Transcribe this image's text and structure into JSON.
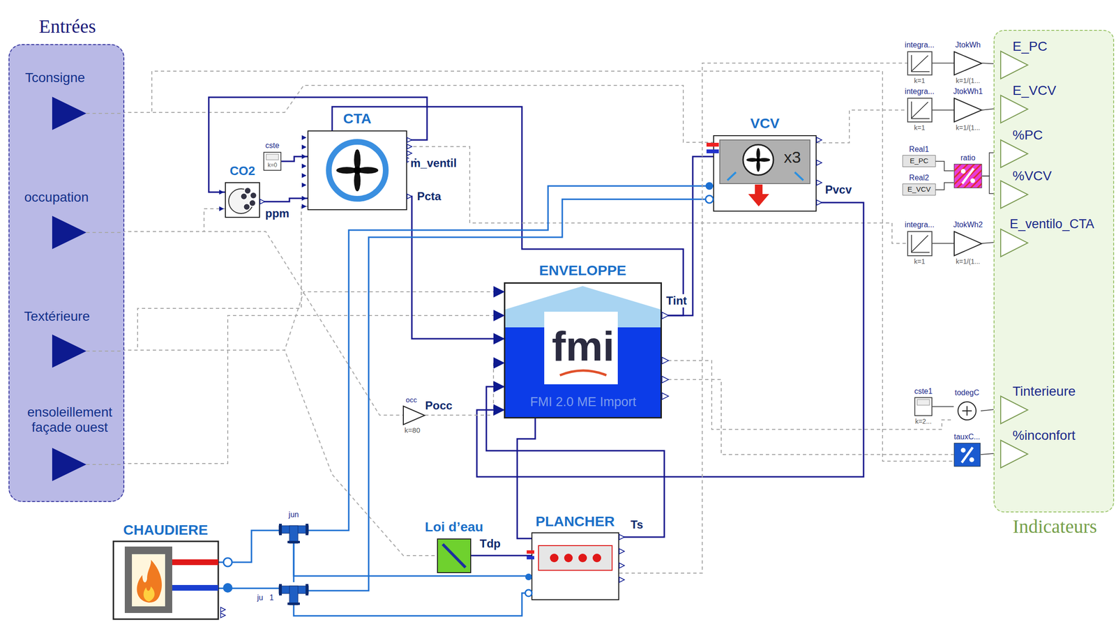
{
  "diagram": {
    "nodes": [
      {
        "text": [
          "Entrées"
        ]
      },
      {
        "text": [
          "Tconsigne"
        ],
        "in": 0
      },
      {
        "text": [
          "occupation"
        ],
        "in": 0
      },
      {
        "text": [
          "Textérieure"
        ],
        "in": 0
      },
      {
        "text": [
          "ensoleillement façade ouest"
        ],
        "in": 0
      },
      {
        "text": [
          "CTA"
        ]
      },
      {
        "text": [
          "cste",
          "k=0"
        ]
      },
      {
        "text": [
          "CO2"
        ]
      },
      {
        "text": [
          "VCV",
          "x3"
        ]
      },
      {
        "text": [
          "ENVELOPPE",
          "fmi",
          "FMI 2.0 ME Import"
        ]
      },
      {
        "text": [
          "occ",
          "k=80"
        ]
      },
      {
        "text": [
          "CHAUDIERE"
        ]
      },
      {
        "text": [
          "jun"
        ]
      },
      {
        "text": [
          "ju",
          "1"
        ]
      },
      {
        "text": [
          "Loi d’eau"
        ]
      },
      {
        "text": [
          "PLANCHER"
        ]
      },
      {
        "text": [
          "Indicateurs"
        ]
      },
      {
        "text": [
          "E_PC"
        ],
        "in": 16
      },
      {
        "text": [
          "E_VCV"
        ],
        "in": 16
      },
      {
        "text": [
          "%PC"
        ],
        "in": 16
      },
      {
        "text": [
          "%VCV"
        ],
        "in": 16
      },
      {
        "text": [
          "E_ventilo_CTA"
        ],
        "in": 16
      },
      {
        "text": [
          "Tinterieure"
        ],
        "in": 16
      },
      {
        "text": [
          "%inconfort"
        ],
        "in": 16
      },
      {
        "text": [
          "integra...",
          "k=1"
        ]
      },
      {
        "text": [
          "JtokWh",
          "k=1/(1..."
        ]
      },
      {
        "text": [
          "integra...",
          "k=1"
        ]
      },
      {
        "text": [
          "JtokWh1",
          "k=1/(1..."
        ]
      },
      {
        "text": [
          "Real1",
          "E_PC"
        ]
      },
      {
        "text": [
          "Real2",
          "E_VCV"
        ]
      },
      {
        "text": [
          "ratio"
        ]
      },
      {
        "text": [
          "integra...",
          "k=1"
        ]
      },
      {
        "text": [
          "JtokWh2",
          "k=1/(1..."
        ]
      },
      {
        "text": [
          "cste1",
          "k=2..."
        ]
      },
      {
        "text": [
          "todegC"
        ]
      },
      {
        "text": [
          "tauxC..."
        ]
      }
    ],
    "edges": [
      {
        "from": 1,
        "to": 8,
        "arrow": "none"
      },
      {
        "from": 1,
        "to": 35,
        "arrow": "none"
      },
      {
        "from": 2,
        "to": 7,
        "arrow": "none"
      },
      {
        "from": 2,
        "to": 10,
        "arrow": "none"
      },
      {
        "from": 3,
        "to": 9,
        "arrow": "none"
      },
      {
        "from": 3,
        "to": 5,
        "arrow": "none"
      },
      {
        "from": 3,
        "to": 14,
        "arrow": "none"
      },
      {
        "from": 4,
        "to": 9,
        "arrow": "none"
      },
      {
        "from": 7,
        "to": 5,
        "arrow": "none"
      },
      {
        "from": 6,
        "to": 5,
        "arrow": "none"
      },
      {
        "from": 5,
        "to": 7,
        "arrow": "none"
      },
      {
        "from": 9,
        "to": 5,
        "arrow": "none"
      },
      {
        "from": 9,
        "to": 8,
        "arrow": "none"
      },
      {
        "from": 5,
        "to": 9,
        "arrow": "none"
      },
      {
        "from": 5,
        "to": 31,
        "arrow": "none"
      },
      {
        "from": 8,
        "to": 9,
        "arrow": "none"
      },
      {
        "from": 8,
        "to": 26,
        "arrow": "none"
      },
      {
        "from": 15,
        "to": 9,
        "arrow": "none"
      },
      {
        "from": 9,
        "to": 15,
        "arrow": "none"
      },
      {
        "from": 11,
        "to": 12,
        "arrow": "none"
      },
      {
        "from": 11,
        "to": 13,
        "arrow": "none"
      },
      {
        "from": 12,
        "to": 8,
        "arrow": "none"
      },
      {
        "from": 13,
        "to": 8,
        "arrow": "none"
      },
      {
        "from": 12,
        "to": 15,
        "arrow": "none"
      },
      {
        "from": 13,
        "to": 15,
        "arrow": "none"
      },
      {
        "from": 14,
        "to": 15,
        "arrow": "none"
      },
      {
        "from": 15,
        "to": 24,
        "arrow": "none"
      },
      {
        "from": 24,
        "to": 25,
        "arrow": "none"
      },
      {
        "from": 25,
        "to": 17,
        "arrow": "none"
      },
      {
        "from": 26,
        "to": 27,
        "arrow": "none"
      },
      {
        "from": 27,
        "to": 18,
        "arrow": "none"
      },
      {
        "from": 28,
        "to": 30,
        "arrow": "none"
      },
      {
        "from": 29,
        "to": 30,
        "arrow": "none"
      },
      {
        "from": 30,
        "to": 19,
        "arrow": "none"
      },
      {
        "from": 30,
        "to": 20,
        "arrow": "none"
      },
      {
        "from": 31,
        "to": 32,
        "arrow": "none"
      },
      {
        "from": 32,
        "to": 21,
        "arrow": "none"
      },
      {
        "from": 33,
        "to": 34,
        "arrow": "none"
      },
      {
        "from": 9,
        "to": 34,
        "arrow": "none"
      },
      {
        "from": 34,
        "to": 22,
        "arrow": "none"
      },
      {
        "from": 9,
        "to": 35,
        "arrow": "none"
      },
      {
        "from": 35,
        "to": 23,
        "arrow": "none"
      },
      {
        "from": 10,
        "to": 9,
        "arrow": "none"
      },
      {
        "from": 12,
        "to": 13,
        "arrow": "none"
      }
    ],
    "labels": [
      "ṁ_ventil",
      "Pcta",
      "ppm",
      "Pvcv",
      "Tint",
      "Pocc",
      "Tdp",
      "Ts"
    ]
  }
}
